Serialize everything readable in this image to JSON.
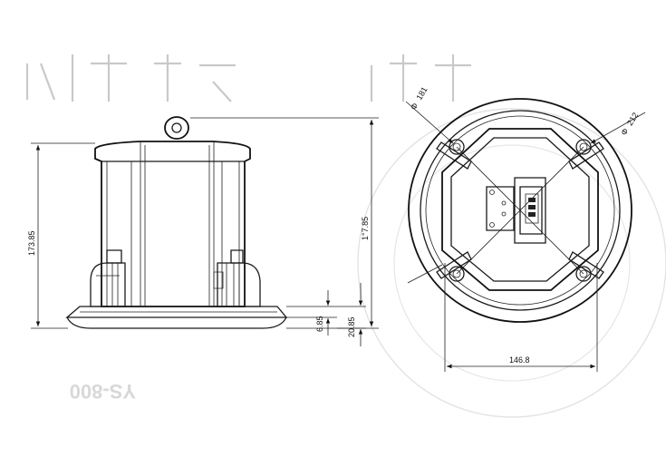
{
  "dimensions": {
    "height_total": "173.85",
    "height_mid": "1°7.85",
    "bezel_thickness": "6.85",
    "bezel_height": "20.85",
    "cutout_diameter": "181",
    "outer_diameter": "212",
    "mount_spacing": "146.8"
  },
  "dimension_prefixes": {
    "cutout": "Φ",
    "outer": "Φ"
  },
  "watermark": {
    "model": "YS-800"
  }
}
